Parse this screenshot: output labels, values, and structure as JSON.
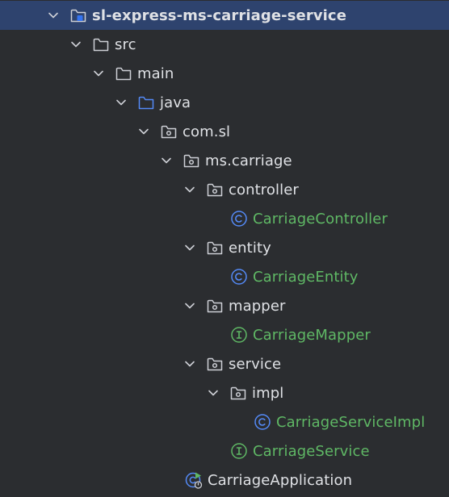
{
  "project_tree": {
    "nodes": [
      {
        "label": "sl-express-ms-carriage-service",
        "icon": "module-folder-icon"
      },
      {
        "label": "src",
        "icon": "folder-icon"
      },
      {
        "label": "main",
        "icon": "folder-icon"
      },
      {
        "label": "java",
        "icon": "source-root-folder-icon"
      },
      {
        "label": "com.sl",
        "icon": "package-icon"
      },
      {
        "label": "ms.carriage",
        "icon": "package-icon"
      },
      {
        "label": "controller",
        "icon": "package-icon"
      },
      {
        "label": "CarriageController",
        "icon": "class-icon"
      },
      {
        "label": "entity",
        "icon": "package-icon"
      },
      {
        "label": "CarriageEntity",
        "icon": "class-icon"
      },
      {
        "label": "mapper",
        "icon": "package-icon"
      },
      {
        "label": "CarriageMapper",
        "icon": "interface-icon"
      },
      {
        "label": "service",
        "icon": "package-icon"
      },
      {
        "label": "impl",
        "icon": "package-icon"
      },
      {
        "label": "CarriageServiceImpl",
        "icon": "class-icon"
      },
      {
        "label": "CarriageService",
        "icon": "interface-icon"
      },
      {
        "label": "CarriageApplication",
        "icon": "spring-boot-application-icon"
      }
    ]
  },
  "colors": {
    "background": "#2b2d30",
    "selected_row": "#2e436e",
    "text": "#dfe1e5",
    "class_text": "#5fb865",
    "class_icon": "#548af7",
    "interface_icon": "#5fb865",
    "folder_stroke": "#ced0d6",
    "source_root_folder": "#548af7"
  }
}
